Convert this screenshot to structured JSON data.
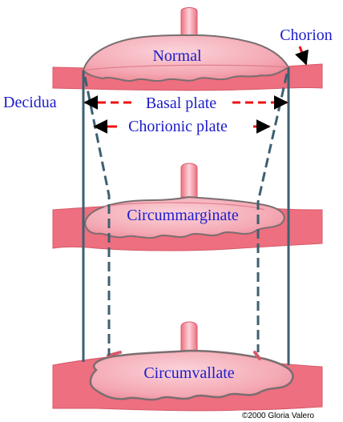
{
  "labels": {
    "normal": "Normal",
    "chorion": "Chorion",
    "decidua": "Decidua",
    "basal_plate": "Basal plate",
    "chorionic_plate": "Chorionic plate",
    "circummarginate": "Circummarginate",
    "circumvallate": "Circumvallate"
  },
  "copyright": "©2000 Gloria Valero",
  "colors": {
    "decidua_fill": "#ee6f7f",
    "placenta_fill": "#f4a9b4",
    "placenta_highlight": "#fbd3da",
    "outline": "#7a6e70",
    "vertical_line": "#3d6070",
    "arrow_red": "#ee1111",
    "label_blue": "#1c1ccc"
  }
}
